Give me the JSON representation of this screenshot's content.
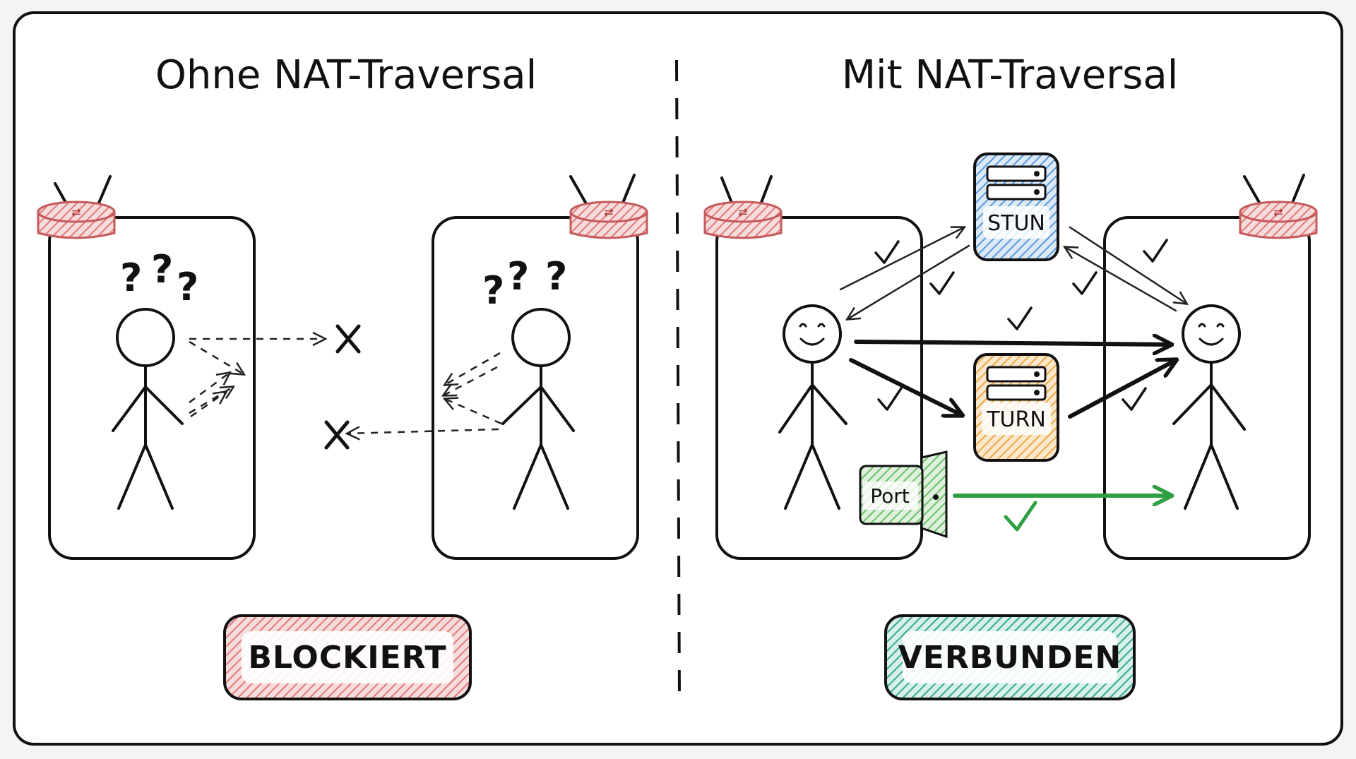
{
  "left": {
    "title": "Ohne NAT-Traversal",
    "status": "BLOCKIERT"
  },
  "right": {
    "title": "Mit NAT-Traversal",
    "status": "VERBUNDEN",
    "servers": {
      "stun": "STUN",
      "turn": "TURN"
    },
    "port_label": "Port"
  },
  "colors": {
    "router": "#e38a8a",
    "stun": "#5b9bd8",
    "turn": "#e8a94a",
    "port": "#5fb860",
    "blocked": "#e06a6a",
    "connected": "#35a893",
    "check_green": "#2ea043",
    "ink": "#111111"
  },
  "icons": {
    "router": "router-icon",
    "server": "server-icon",
    "person": "stick-figure-icon",
    "check": "check-icon",
    "cross": "cross-icon",
    "door": "door-icon"
  }
}
